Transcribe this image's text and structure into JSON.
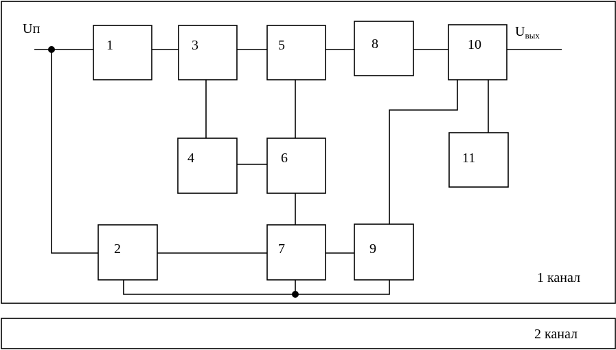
{
  "signals": {
    "input_main": "U",
    "input_sub": "п",
    "output_main": "U",
    "output_sub": "вых"
  },
  "blocks": {
    "b1": "1",
    "b2": "2",
    "b3": "3",
    "b4": "4",
    "b5": "5",
    "b6": "6",
    "b7": "7",
    "b8": "8",
    "b9": "9",
    "b10": "10",
    "b11": "11"
  },
  "channels": {
    "channel_1": "1 канал",
    "channel_2": "2 канал"
  }
}
